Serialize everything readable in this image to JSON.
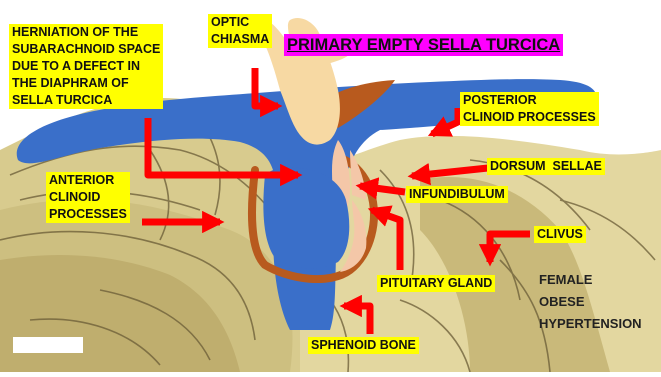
{
  "title": "PRIMARY EMPTY SELLA TURCICA",
  "labels": {
    "optic_chiasma": "OPTIC\nCHIASMA",
    "herniation": "HERNIATION OF THE\nSUBARACHNOID SPACE\nDUE TO A DEFECT IN\nTHE DIAPHRAM OF\nSELLA TURCICA",
    "posterior_clinoid": "POSTERIOR\nCLINOID PROCESSES",
    "dorsum_sellae": "DORSUM  SELLAE",
    "infundibulum": "INFUNDIBULUM",
    "anterior_clinoid": "ANTERIOR\nCLINOID\nPROCESSES",
    "clivus": "CLIVUS",
    "pituitary_gland": "PITUITARY GLAND",
    "sphenoid_bone": "SPHENOID BONE",
    "risk_factors": [
      "FEMALE",
      "OBESE",
      "HYPERTENSION"
    ]
  },
  "colors": {
    "label_bg": "#ffff00",
    "title_bg": "#ff00ff",
    "arrow": "#ff0000",
    "csf": "#3a6fc9",
    "pituitary": "#f4c7a8",
    "dura": "#b85a1e",
    "chiasma": "#f7d9a3"
  }
}
